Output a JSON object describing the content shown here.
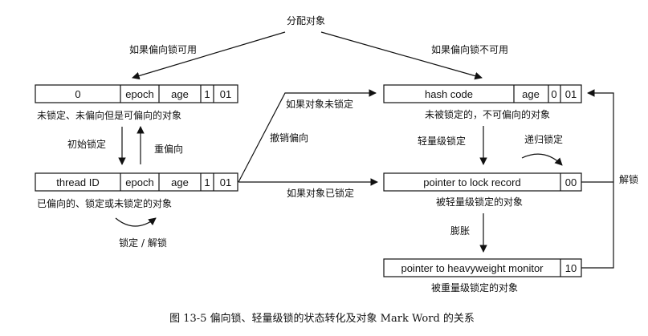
{
  "diagram": {
    "top_label": "分配对象",
    "left_branch_label": "如果偏向锁可用",
    "right_branch_label": "如果偏向锁不可用",
    "unlocked_biasable": {
      "cells": [
        "0",
        "epoch",
        "age",
        "1",
        "01"
      ],
      "caption": "未锁定、未偏向但是可偏向的对象"
    },
    "biased": {
      "cells": [
        "thread ID",
        "epoch",
        "age",
        "1",
        "01"
      ],
      "caption": "已偏向的、锁定或未锁定的对象"
    },
    "unlocked_non_biasable": {
      "cells": [
        "hash code",
        "age",
        "0",
        "01"
      ],
      "caption": "未被锁定的，不可偏向的对象"
    },
    "lightweight": {
      "cells": [
        "pointer to lock record",
        "00"
      ],
      "caption": "被轻量级锁定的对象"
    },
    "heavyweight": {
      "cells": [
        "pointer to heavyweight monitor",
        "10"
      ],
      "caption": "被重量级锁定的对象"
    },
    "edges": {
      "initial_lock": "初始锁定",
      "rebias": "重偏向",
      "lock_unlock": "锁定 / 解锁",
      "revoke_bias": "撤销偏向",
      "if_unlocked": "如果对象未锁定",
      "if_locked": "如果对象已锁定",
      "lightweight_lock": "轻量级锁定",
      "recursive_lock": "递归锁定",
      "inflate": "膨胀",
      "unlock": "解锁"
    }
  },
  "figure_caption": "图 13-5   偏向锁、轻量级锁的状态转化及对象 Mark Word 的关系"
}
